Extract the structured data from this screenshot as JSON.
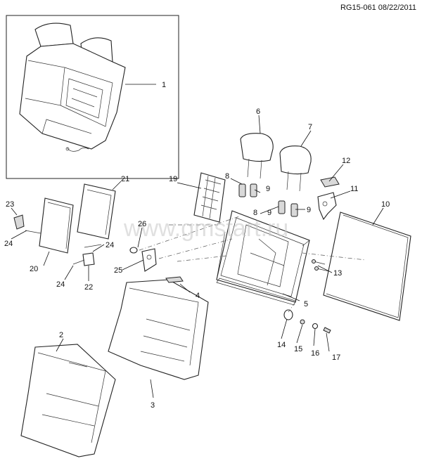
{
  "header": {
    "reference": "RG15-061 08/22/2011"
  },
  "watermark": "www.gmstart.ru",
  "callouts": [
    "1",
    "2",
    "3",
    "4",
    "5",
    "6",
    "7",
    "8",
    "8",
    "9",
    "9",
    "9",
    "10",
    "11",
    "12",
    "13",
    "14",
    "15",
    "16",
    "17",
    "19",
    "20",
    "21",
    "22",
    "23",
    "24",
    "24",
    "24",
    "25",
    "26"
  ],
  "colors": {
    "line": "#222222",
    "fill": "#ffffff",
    "watermark": "#c8c8c8"
  }
}
